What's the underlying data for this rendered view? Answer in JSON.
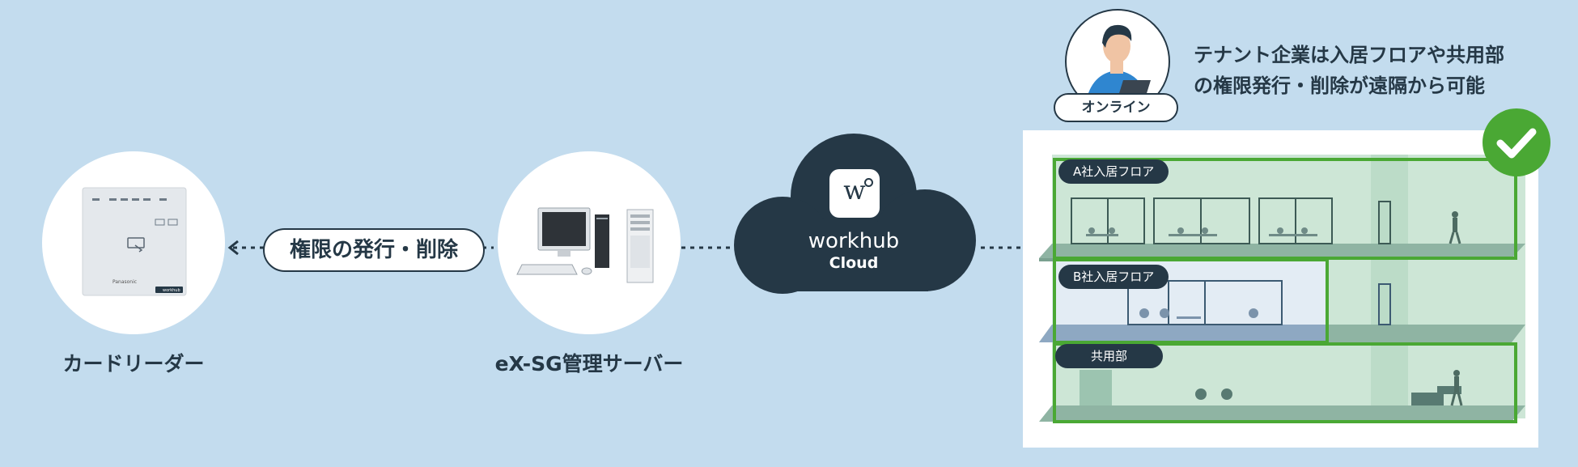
{
  "card_reader": {
    "caption": "カードリーダー",
    "device_brand": "Panasonic",
    "device_logo": "workhub"
  },
  "arrow_label": "権限の発行・削除",
  "server": {
    "caption": "eX-SG管理サーバー"
  },
  "cloud": {
    "logo_letter": "w",
    "name": "workhub",
    "sub": "Cloud"
  },
  "user": {
    "badge": "オンライン",
    "note_line1": "テナント企業は入居フロアや共用部",
    "note_line2": "の権限発行・削除が遠隔から可能"
  },
  "building": {
    "floors": [
      {
        "label": "A社入居フロア"
      },
      {
        "label": "B社入居フロア"
      },
      {
        "label": "共用部"
      }
    ]
  },
  "colors": {
    "background": "#c3dcee",
    "navy": "#253846",
    "green": "#4aa834",
    "floor_fill": "#b8dcc6"
  },
  "icons": [
    "check-icon",
    "card-reader-icon",
    "server-computer-icon",
    "person-laptop-icon"
  ]
}
